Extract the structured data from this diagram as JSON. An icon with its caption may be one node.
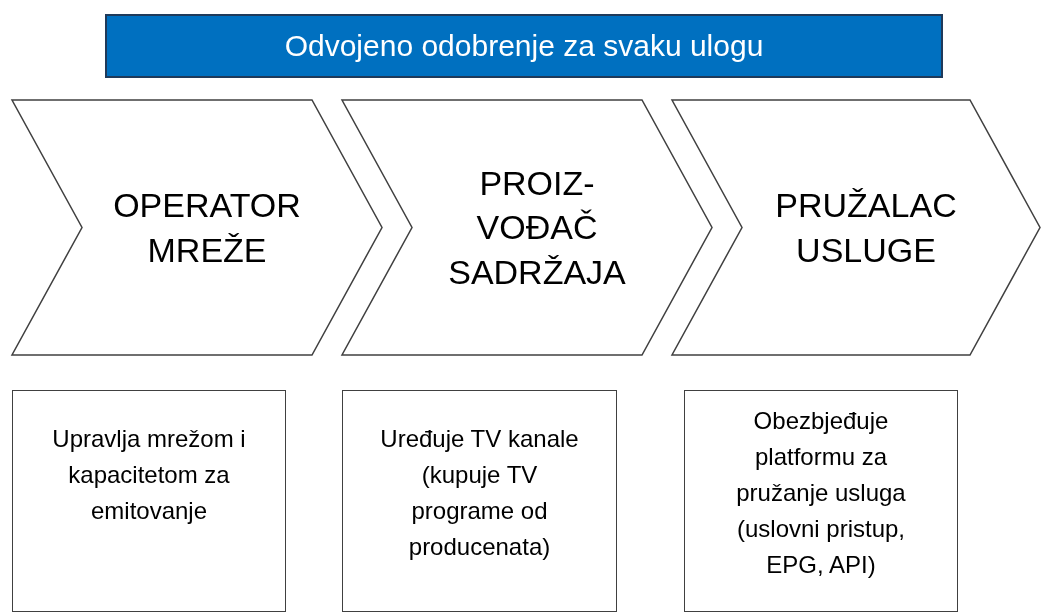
{
  "diagram": {
    "nodes": [
      {
        "text": [
          "Odvojeno odobrenje za svaku ulogu"
        ]
      },
      {
        "text": [
          "OPERATOR MREŽE"
        ]
      },
      {
        "text": [
          "PROIZ- VOĐAČ SADRŽAJA"
        ]
      },
      {
        "text": [
          "PRUŽALAC USLUGE"
        ]
      },
      {
        "text": [
          "Upravlja mrežom i kapacitetom za emitovanje"
        ]
      },
      {
        "text": [
          "Uređuje TV kanale (kupuje TV programe od producenata)"
        ]
      },
      {
        "text": [
          "Obezbjeđuje platformu za pružanje usluga (uslovni pristup, EPG, API)"
        ]
      }
    ],
    "edges": []
  }
}
